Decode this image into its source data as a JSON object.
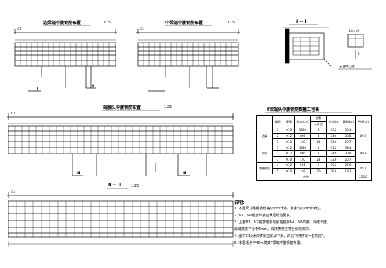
{
  "titles": {
    "edge_slab": "边梁端中腹钢筋布置",
    "mid_slab": "中梁端中腹钢筋布置",
    "section_1": "I — I",
    "long_slab": "端横头中腹钢筋布置",
    "section_2": "II — II",
    "table": "T梁端头中腹钢筋数量工程表"
  },
  "scales": {
    "edge_slab": "1:25",
    "mid_slab": "1:25",
    "long_slab": "1:25",
    "section_2": "1:25"
  },
  "tags": {
    "roman_1a": "I",
    "roman_1b": "I",
    "roman_2a": "II",
    "roman_2b": "II",
    "axis_label": "支座中心线"
  },
  "dims": {
    "d1": "C1",
    "d2": "C2",
    "d3": "C3",
    "d4": "C4",
    "d5": "10×10",
    "d6": "5"
  },
  "table": {
    "headers": [
      "编号",
      "规格",
      "长度(cm)",
      "根数",
      "总长(m)",
      "重量(kg)",
      "合计(kg)"
    ],
    "subheaders": [
      "",
      "",
      "",
      "一片梁",
      "",
      "",
      ""
    ],
    "groups": [
      {
        "name": "边梁",
        "rows": [
          [
            "1",
            "Φ12",
            "1080",
            "4",
            "43.2",
            "38.4",
            ""
          ],
          [
            "2",
            "Φ12",
            "866",
            "4",
            "34.6",
            "30.8",
            ""
          ],
          [
            "3",
            "Φ10",
            "140",
            "24",
            "33.6",
            "20.7",
            "89.9"
          ]
        ]
      },
      {
        "name": "中梁",
        "rows": [
          [
            "1",
            "Φ12",
            "1080",
            "4",
            "43.2",
            "38.4",
            ""
          ],
          [
            "2",
            "Φ12",
            "866",
            "4",
            "34.6",
            "30.8",
            ""
          ],
          [
            "3",
            "Φ10",
            "140",
            "24",
            "33.6",
            "20.7",
            "89.9"
          ]
        ]
      },
      {
        "name": "端横隔梁",
        "rows": [
          [
            "4",
            "Φ12",
            "504",
            "6",
            "30.2",
            "26.9",
            ""
          ],
          [
            "5",
            "Φ10",
            "148",
            "20",
            "29.6",
            "18.3",
            "45.2"
          ]
        ]
      }
    ],
    "total_label": "合计",
    "total_value": "225.0"
  },
  "notes": {
    "heading": "说明：",
    "lines": [
      "1. 本图尺寸除钢筋规格以mm计外，其余均以cm为单位。",
      "2. N1、N2钢筋焊接应满足规范要求。",
      "3. 上面N1、N2钢筋端部与预埋钢板N4、N5焊接，焊缝长度。",
      "   焊缝高度不小于6mm，焊接质量应符合规范要求。",
      "4. 图中C1为预制T梁边梁及中梁，详见“预制T梁一般构造”。",
      "5. 本图适用于40m简支T梁端中腹钢筋布置。"
    ]
  }
}
